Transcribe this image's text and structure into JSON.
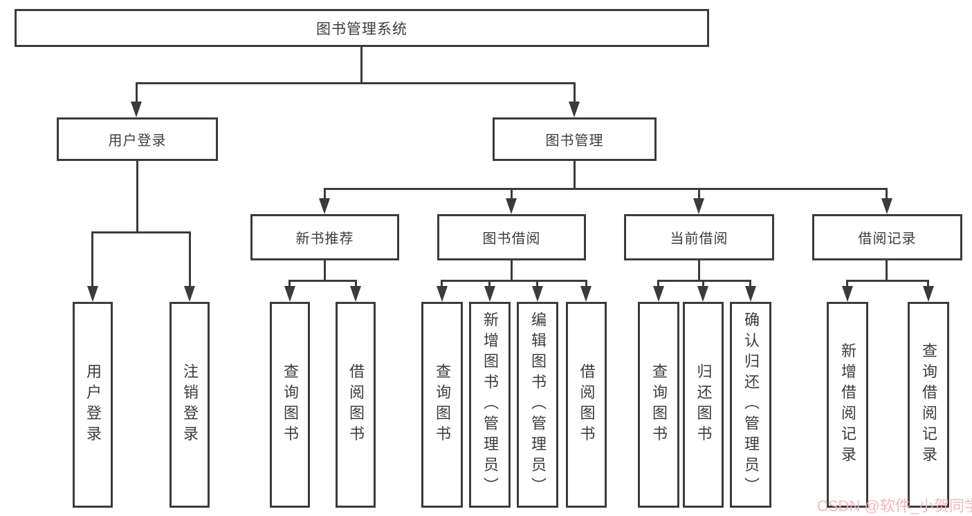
{
  "diagram": {
    "label": "图书管理系统",
    "children": [
      {
        "label": "用户登录",
        "children": [
          {
            "label": "用户登录"
          },
          {
            "label": "注销登录"
          }
        ]
      },
      {
        "label": "图书管理",
        "children": [
          {
            "label": "新书推荐",
            "children": [
              {
                "label": "查询图书"
              },
              {
                "label": "借阅图书"
              }
            ]
          },
          {
            "label": "图书借阅",
            "children": [
              {
                "label": "查询图书"
              },
              {
                "label": "新增图书（管理员）"
              },
              {
                "label": "编辑图书（管理员）"
              },
              {
                "label": "借阅图书"
              }
            ]
          },
          {
            "label": "当前借阅",
            "children": [
              {
                "label": "查询图书"
              },
              {
                "label": "归还图书"
              },
              {
                "label": "确认归还（管理员）"
              }
            ]
          },
          {
            "label": "借阅记录",
            "children": [
              {
                "label": "新增借阅记录"
              },
              {
                "label": "查询借阅记录"
              }
            ]
          }
        ]
      }
    ]
  },
  "watermark": {
    "text": "CSDN @软件_小贺同学",
    "color": "#f2b3b8"
  },
  "colors": {
    "line": "#3b3b3b",
    "text": "#3c3c3c",
    "background": "#ffffff"
  }
}
